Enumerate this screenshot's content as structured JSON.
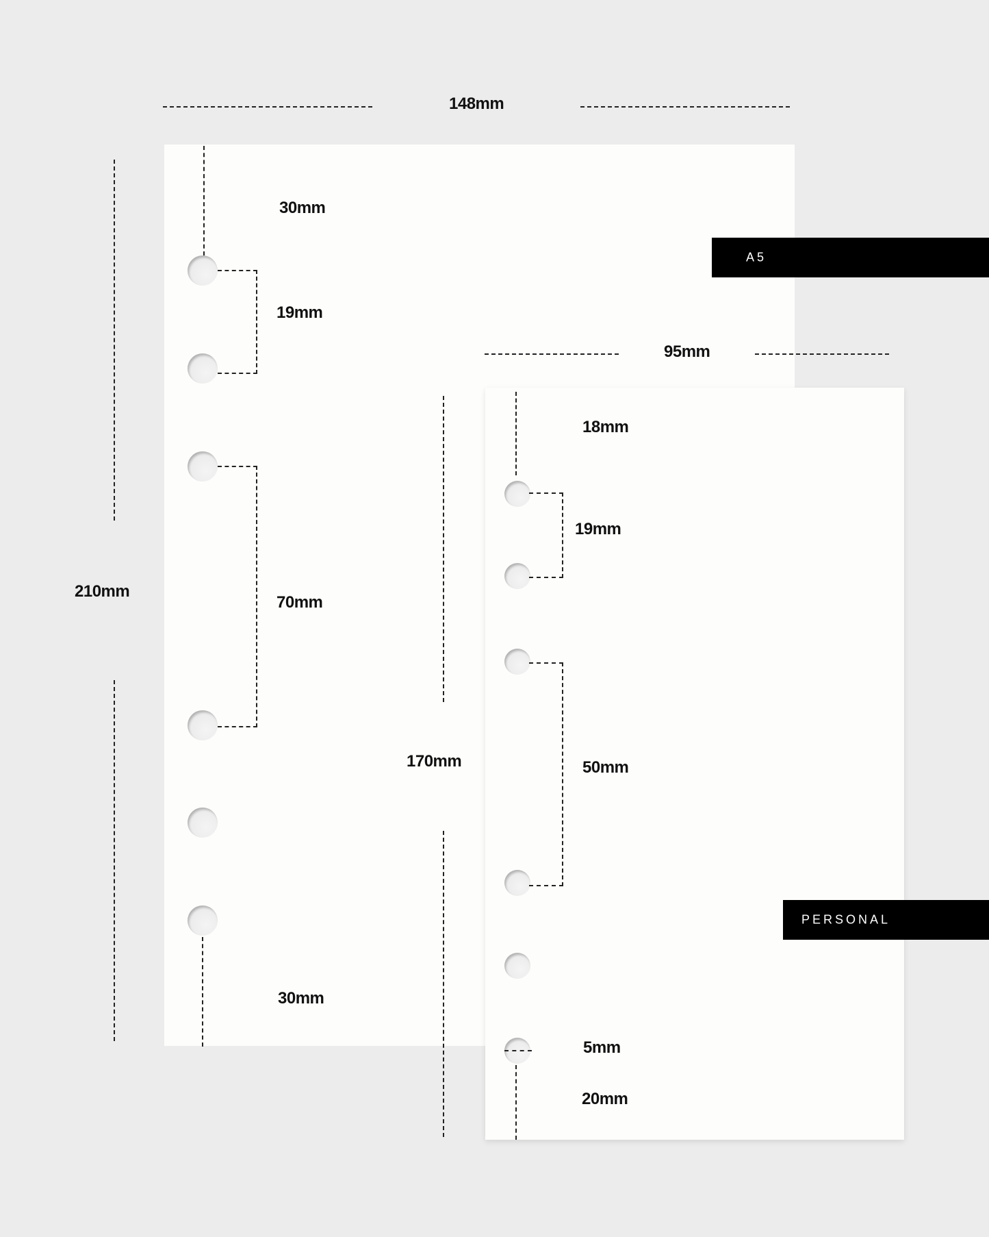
{
  "a5": {
    "tag": "A5",
    "width": "148mm",
    "height": "210mm",
    "top_margin": "30mm",
    "hole_spacing_small": "19mm",
    "hole_spacing_large": "70mm",
    "bottom_margin": "30mm"
  },
  "personal": {
    "tag": "PERSONAL",
    "width": "95mm",
    "height": "170mm",
    "top_margin": "18mm",
    "hole_spacing_small": "19mm",
    "hole_spacing_large": "50mm",
    "hole_offset": "5mm",
    "bottom_margin": "20mm"
  }
}
